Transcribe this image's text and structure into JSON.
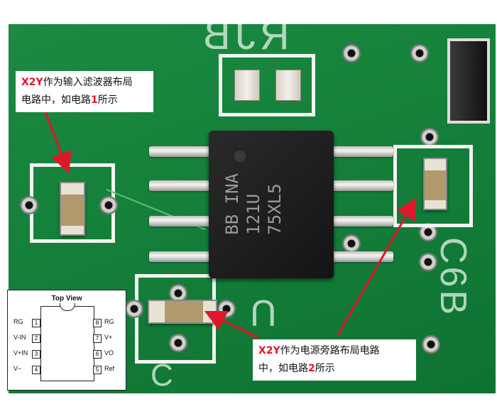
{
  "photo": {
    "silkscreen": {
      "top_label": "RJB",
      "right_label": "C6B",
      "bottom_label": "U",
      "bottom_left_label": "C"
    },
    "chip_marking": [
      "BB INA",
      "121U",
      "75XL5"
    ]
  },
  "annotations": {
    "input_filter": {
      "bold": "X2Y",
      "line1": "作为输入滤波器布局",
      "line2_pre": "电路中，如电路",
      "line2_num": "1",
      "line2_post": "所示"
    },
    "power_bypass": {
      "bold": "X2Y",
      "line1": "作为电源旁路布局电路",
      "line2_pre": "中，如电路",
      "line2_num": "2",
      "line2_post": "所示"
    }
  },
  "pinout": {
    "title": "Top View",
    "left_pins": [
      {
        "num": "1",
        "label": "RG"
      },
      {
        "num": "2",
        "label": "V-IN"
      },
      {
        "num": "3",
        "label": "V+IN"
      },
      {
        "num": "4",
        "label": "V−"
      }
    ],
    "right_pins": [
      {
        "num": "8",
        "label": "RG"
      },
      {
        "num": "7",
        "label": "V+"
      },
      {
        "num": "6",
        "label": "VO"
      },
      {
        "num": "5",
        "label": "Ref"
      }
    ]
  },
  "colors": {
    "pcb_green": "#14803a",
    "silkscreen": "#f1f4f0",
    "arrow_red": "#e0162b",
    "chip_black": "#1b1b1b"
  }
}
